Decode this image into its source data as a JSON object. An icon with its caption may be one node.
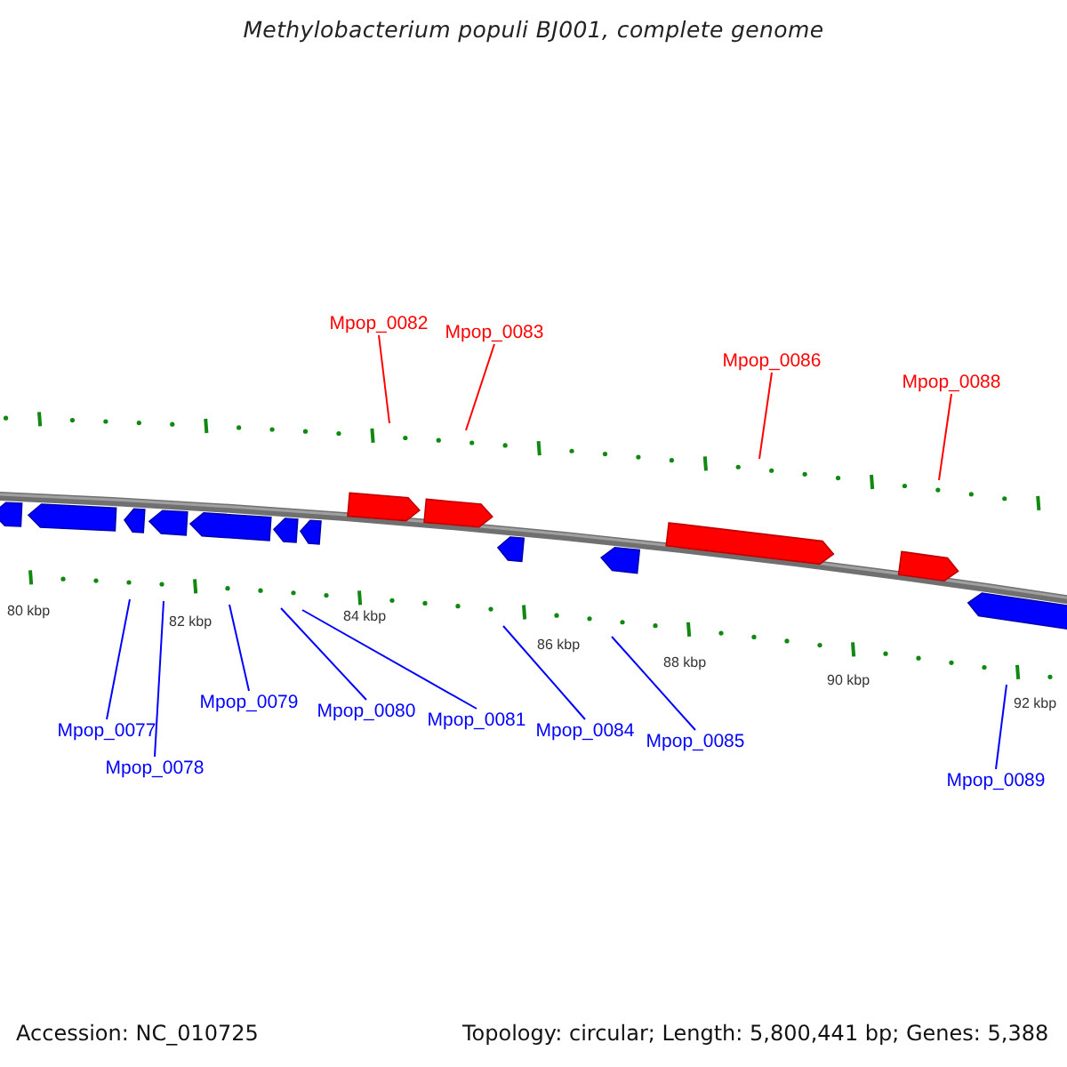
{
  "diagram": {
    "title": "Methylobacterium populi BJ001, complete genome",
    "nodes": [
      {
        "text": [
          "Mpop_0082"
        ]
      },
      {
        "text": [
          "Mpop_0083"
        ]
      },
      {
        "text": [
          "Mpop_0086"
        ]
      },
      {
        "text": [
          "Mpop_0088"
        ]
      },
      {
        "text": [
          "Mpop_0077"
        ]
      },
      {
        "text": [
          "Mpop_0078"
        ]
      },
      {
        "text": [
          "Mpop_0079"
        ]
      },
      {
        "text": [
          "Mpop_0080"
        ]
      },
      {
        "text": [
          "Mpop_0081"
        ]
      },
      {
        "text": [
          "Mpop_0084"
        ]
      },
      {
        "text": [
          "Mpop_0085"
        ]
      },
      {
        "text": [
          "Mpop_0089"
        ]
      }
    ],
    "edges": [
      {
        "from": 0,
        "to": null,
        "arrow": "none",
        "color": "#ff0000"
      },
      {
        "from": 1,
        "to": null,
        "arrow": "none",
        "color": "#ff0000"
      },
      {
        "from": 2,
        "to": null,
        "arrow": "none",
        "color": "#ff0000"
      },
      {
        "from": 3,
        "to": null,
        "arrow": "none",
        "color": "#ff0000"
      },
      {
        "from": 4,
        "to": null,
        "arrow": "none"
      },
      {
        "from": 5,
        "to": null,
        "arrow": "none"
      },
      {
        "from": 6,
        "to": null,
        "arrow": "none"
      },
      {
        "from": 7,
        "to": null,
        "arrow": "none"
      },
      {
        "from": 8,
        "to": null,
        "arrow": "none"
      },
      {
        "from": 9,
        "to": null,
        "arrow": "none"
      },
      {
        "from": 10,
        "to": null,
        "arrow": "none"
      },
      {
        "from": 11,
        "to": null,
        "arrow": "none"
      }
    ],
    "labels": [
      "80 kbp",
      "82 kbp",
      "84 kbp",
      "86 kbp",
      "88 kbp",
      "90 kbp",
      "92 kbp",
      "Accession: NC_010725",
      "Topology: circular; Length: 5,800,441 bp; Genes: 5,388"
    ]
  }
}
